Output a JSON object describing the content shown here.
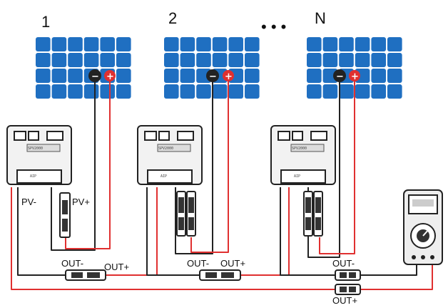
{
  "panels": [
    {
      "number": "1"
    },
    {
      "number": "2"
    },
    {
      "number": "N"
    }
  ],
  "ellipsis": "• • •",
  "terminal_symbols": {
    "negative": "−",
    "positive": "+"
  },
  "inverter_labels": {
    "pv_minus": "PV-",
    "pv_plus": "PV+",
    "out_minus": "OUT-",
    "out_plus": "OUT+"
  },
  "colors": {
    "panel_cell": "#1f6fc1",
    "panel_bg": "#ffffff",
    "positive_wire": "#e03030",
    "negative_wire": "#222222",
    "inverter_body": "#f2f2f2",
    "meter_body": "#eeeeee"
  },
  "icons": [
    "solar-panel-icon",
    "microinverter-icon",
    "connector-icon",
    "multimeter-icon"
  ]
}
